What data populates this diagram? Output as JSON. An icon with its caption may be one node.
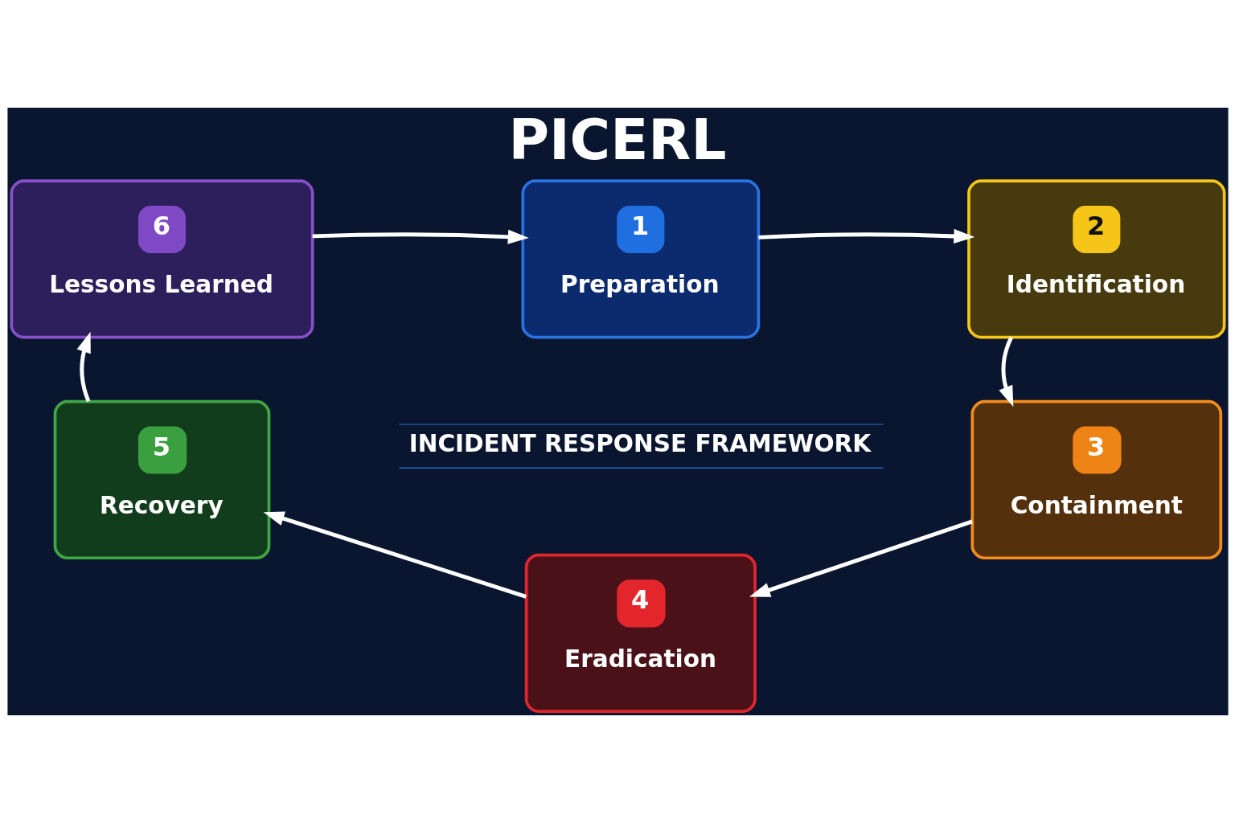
{
  "diagram": {
    "title": "PICERL",
    "nodes": [
      {
        "text": [
          "1",
          "Preparation"
        ]
      },
      {
        "text": [
          "2",
          "Identification"
        ]
      },
      {
        "text": [
          "3",
          "Containment"
        ]
      },
      {
        "text": [
          "4",
          "Eradication"
        ]
      },
      {
        "text": [
          "5",
          "Recovery"
        ]
      },
      {
        "text": [
          "6",
          "Lessons Learned"
        ]
      }
    ],
    "edges": [
      {
        "from": 0,
        "to": 1,
        "arrow": "to"
      },
      {
        "from": 1,
        "to": 2,
        "arrow": "to"
      },
      {
        "from": 2,
        "to": 3,
        "arrow": "to"
      },
      {
        "from": 3,
        "to": 4,
        "arrow": "to"
      },
      {
        "from": 4,
        "to": 5,
        "arrow": "to"
      },
      {
        "from": 5,
        "to": 0,
        "arrow": "to"
      }
    ],
    "labels": [
      "INCIDENT RESPONSE FRAMEWORK"
    ]
  }
}
